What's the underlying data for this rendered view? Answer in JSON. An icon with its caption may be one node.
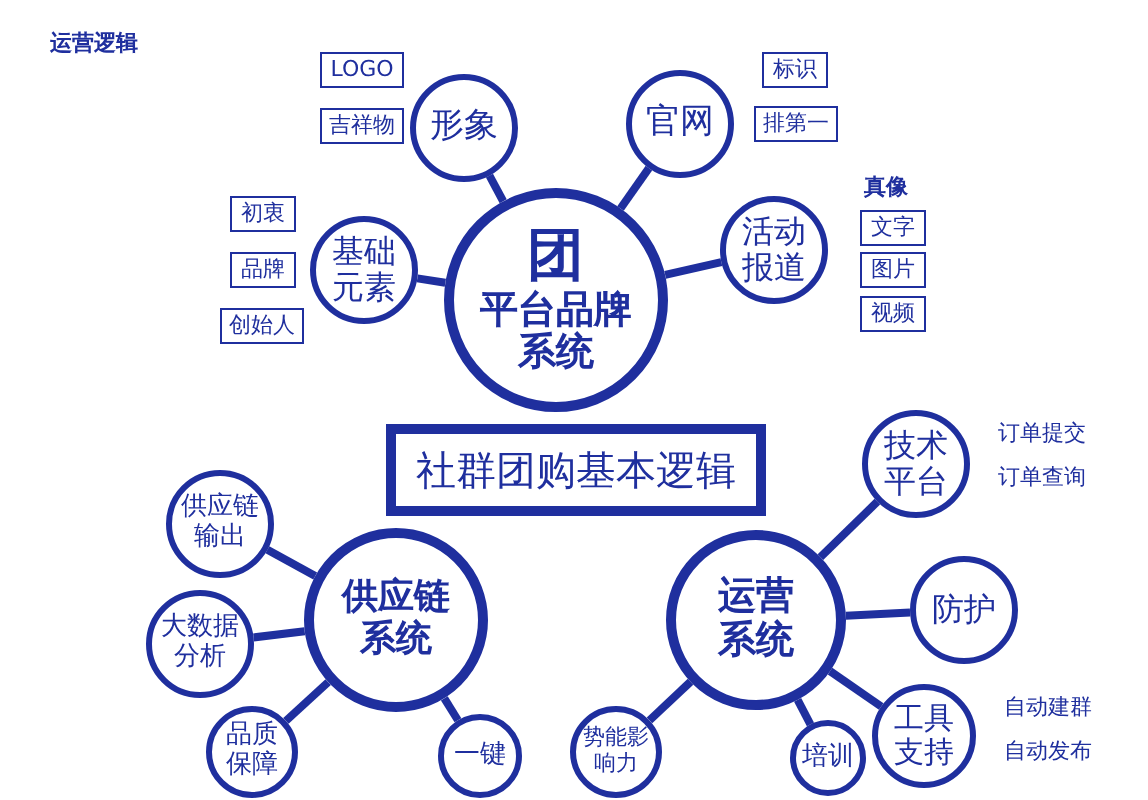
{
  "diagram": {
    "title": "运营逻辑",
    "nodes": [
      {
        "text": [
          "LOGO"
        ]
      },
      {
        "text": [
          "吉祥物"
        ]
      },
      {
        "text": [
          "标识"
        ]
      },
      {
        "text": [
          "排第一"
        ]
      },
      {
        "text": [
          "形象"
        ]
      },
      {
        "text": [
          "官网"
        ]
      },
      {
        "text": [
          "初衷"
        ]
      },
      {
        "text": [
          "品牌"
        ]
      },
      {
        "text": [
          "文字"
        ]
      },
      {
        "text": [
          "基础元素"
        ]
      },
      {
        "text": [
          "团",
          "平台品牌系统"
        ]
      },
      {
        "text": [
          "活动报道"
        ]
      },
      {
        "text": [
          "图片"
        ]
      },
      {
        "text": [
          "创始人"
        ]
      },
      {
        "text": [
          "视频"
        ]
      },
      {
        "text": [
          "社群团购基本逻辑"
        ]
      },
      {
        "text": [
          "技术平台"
        ],
        "beside": [
          "订单提交",
          "订单查询"
        ]
      },
      {
        "text": [
          "供应链输出"
        ]
      },
      {
        "text": [
          "供应链系统"
        ]
      },
      {
        "text": [
          "运营系统"
        ]
      },
      {
        "text": [
          "防护"
        ]
      },
      {
        "text": [
          "大数据分析"
        ]
      },
      {
        "text": [
          "工具支持"
        ],
        "beside": [
          "自动建群",
          "自动发布"
        ]
      },
      {
        "text": [
          "品质保障"
        ]
      },
      {
        "text": [
          "一键"
        ]
      },
      {
        "text": [
          "势能影响力"
        ]
      },
      {
        "text": [
          "培训"
        ]
      }
    ],
    "edges": [
      {
        "from": 10,
        "to": 4,
        "arrow": "none"
      },
      {
        "from": 10,
        "to": 5,
        "arrow": "none"
      },
      {
        "from": 10,
        "to": 9,
        "arrow": "none"
      },
      {
        "from": 10,
        "to": 11,
        "arrow": "none"
      },
      {
        "from": 18,
        "to": 17,
        "arrow": "none"
      },
      {
        "from": 18,
        "to": 21,
        "arrow": "none"
      },
      {
        "from": 18,
        "to": 23,
        "arrow": "none"
      },
      {
        "from": 18,
        "to": 24,
        "arrow": "none"
      },
      {
        "from": 19,
        "to": 16,
        "arrow": "none"
      },
      {
        "from": 19,
        "to": 20,
        "arrow": "none"
      },
      {
        "from": 19,
        "to": 22,
        "arrow": "none"
      },
      {
        "from": 19,
        "to": 25,
        "arrow": "none"
      },
      {
        "from": 19,
        "to": 26,
        "arrow": "none"
      }
    ],
    "labels": [
      "真像"
    ]
  }
}
